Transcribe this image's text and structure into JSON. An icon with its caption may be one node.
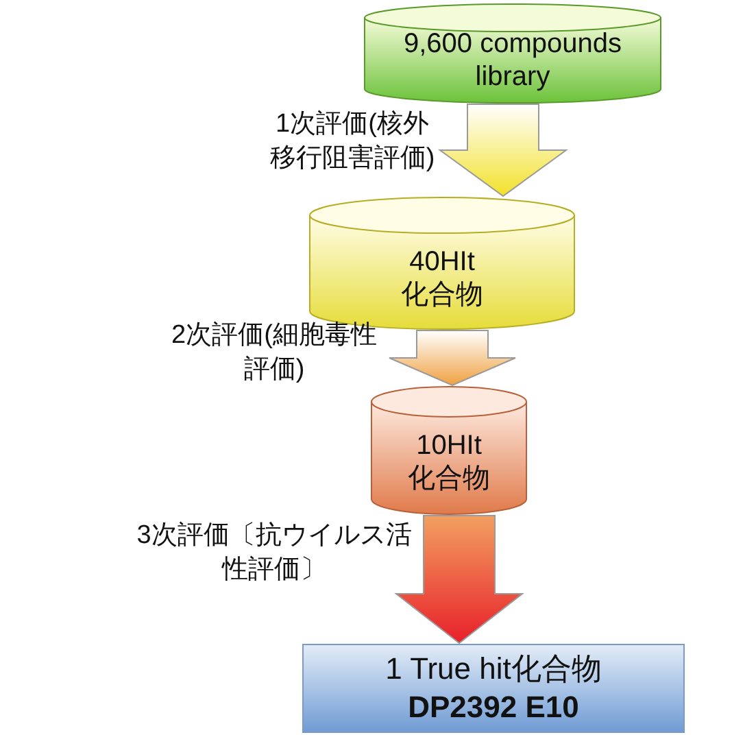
{
  "diagram": {
    "nodes": [
      {
        "text": [
          "9,600 compounds library"
        ]
      },
      {
        "text": [
          "40HIt",
          "化合物"
        ]
      },
      {
        "text": [
          "10HIt",
          "化合物"
        ]
      },
      {
        "text": [
          "1 True hit化合物",
          "DP2392 E10"
        ]
      }
    ],
    "edges": [
      {
        "from": 0,
        "to": 1,
        "arrow": "to",
        "label": "1次評価(核外移行阻害評価)"
      },
      {
        "from": 1,
        "to": 2,
        "arrow": "to",
        "label": "2次評価(細胞毒性評価)"
      },
      {
        "from": 2,
        "to": 3,
        "arrow": "to",
        "label": "3次評価〔抗ウイルス活性評価〕"
      }
    ]
  }
}
